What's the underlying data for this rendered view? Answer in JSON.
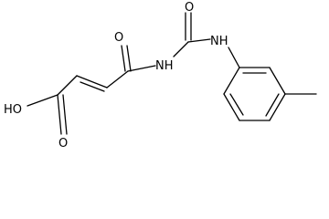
{
  "structure": {
    "atom_labels": {
      "hydroxyl": "HO",
      "acid_carbonyl_oxygen": "O",
      "amide_carbonyl_oxygen": "O",
      "imide_nitrogen": "NH",
      "urea_carbonyl_oxygen": "O",
      "aniline_nitrogen": "NH"
    }
  }
}
